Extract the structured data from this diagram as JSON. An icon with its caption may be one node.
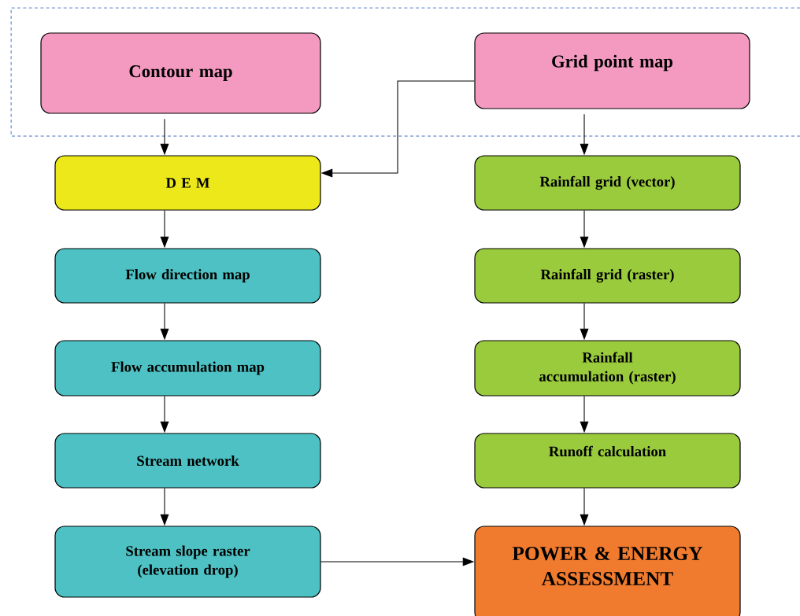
{
  "diagram": {
    "nodes": [
      {
        "text": [
          "Contour map"
        ]
      },
      {
        "text": [
          "Grid point map"
        ]
      },
      {
        "text": [
          "D E M"
        ]
      },
      {
        "text": [
          "Flow direction map"
        ]
      },
      {
        "text": [
          "Flow accumulation map"
        ]
      },
      {
        "text": [
          "Stream network"
        ]
      },
      {
        "text": [
          "Stream slope raster (elevation drop)"
        ]
      },
      {
        "text": [
          "Rainfall grid (vector)"
        ]
      },
      {
        "text": [
          "Rainfall grid (raster)"
        ]
      },
      {
        "text": [
          "Rainfall accumulation (raster)"
        ]
      },
      {
        "text": [
          "Runoff calculation"
        ]
      },
      {
        "text": [
          "POWER & ENERGY ASSESSMENT"
        ]
      }
    ],
    "edges": [
      {
        "from": 0,
        "to": 2,
        "arrow": "to"
      },
      {
        "from": 1,
        "to": 2,
        "arrow": "to"
      },
      {
        "from": 1,
        "to": 7,
        "arrow": "to"
      },
      {
        "from": 2,
        "to": 3,
        "arrow": "to"
      },
      {
        "from": 3,
        "to": 4,
        "arrow": "to"
      },
      {
        "from": 4,
        "to": 5,
        "arrow": "to"
      },
      {
        "from": 5,
        "to": 6,
        "arrow": "to"
      },
      {
        "from": 7,
        "to": 8,
        "arrow": "to"
      },
      {
        "from": 8,
        "to": 9,
        "arrow": "to"
      },
      {
        "from": 9,
        "to": 10,
        "arrow": "to"
      },
      {
        "from": 10,
        "to": 11,
        "arrow": "to"
      },
      {
        "from": 6,
        "to": 11,
        "arrow": "to"
      }
    ]
  }
}
